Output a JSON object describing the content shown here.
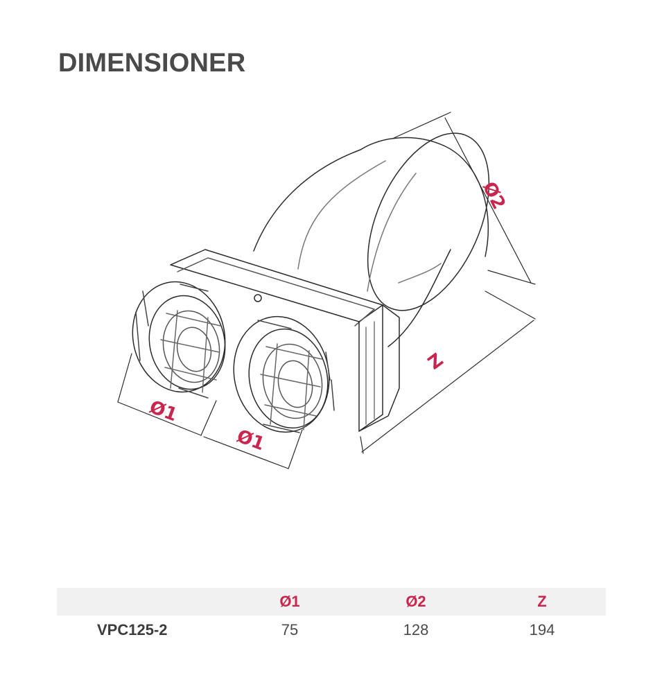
{
  "title": "DIMENSIONER",
  "colors": {
    "accent": "#c8264f",
    "text": "#4a4a4a",
    "line": "#2a2a2a",
    "header_bg": "#f1f1f1"
  },
  "diagram": {
    "labels": {
      "d1_left": "Ø1",
      "d1_right": "Ø1",
      "d2": "Ø2",
      "z": "Z"
    }
  },
  "table": {
    "columns": [
      "Ø1",
      "Ø2",
      "Z"
    ],
    "rows": [
      {
        "model": "VPC125-2",
        "values": [
          "75",
          "128",
          "194"
        ]
      }
    ]
  }
}
